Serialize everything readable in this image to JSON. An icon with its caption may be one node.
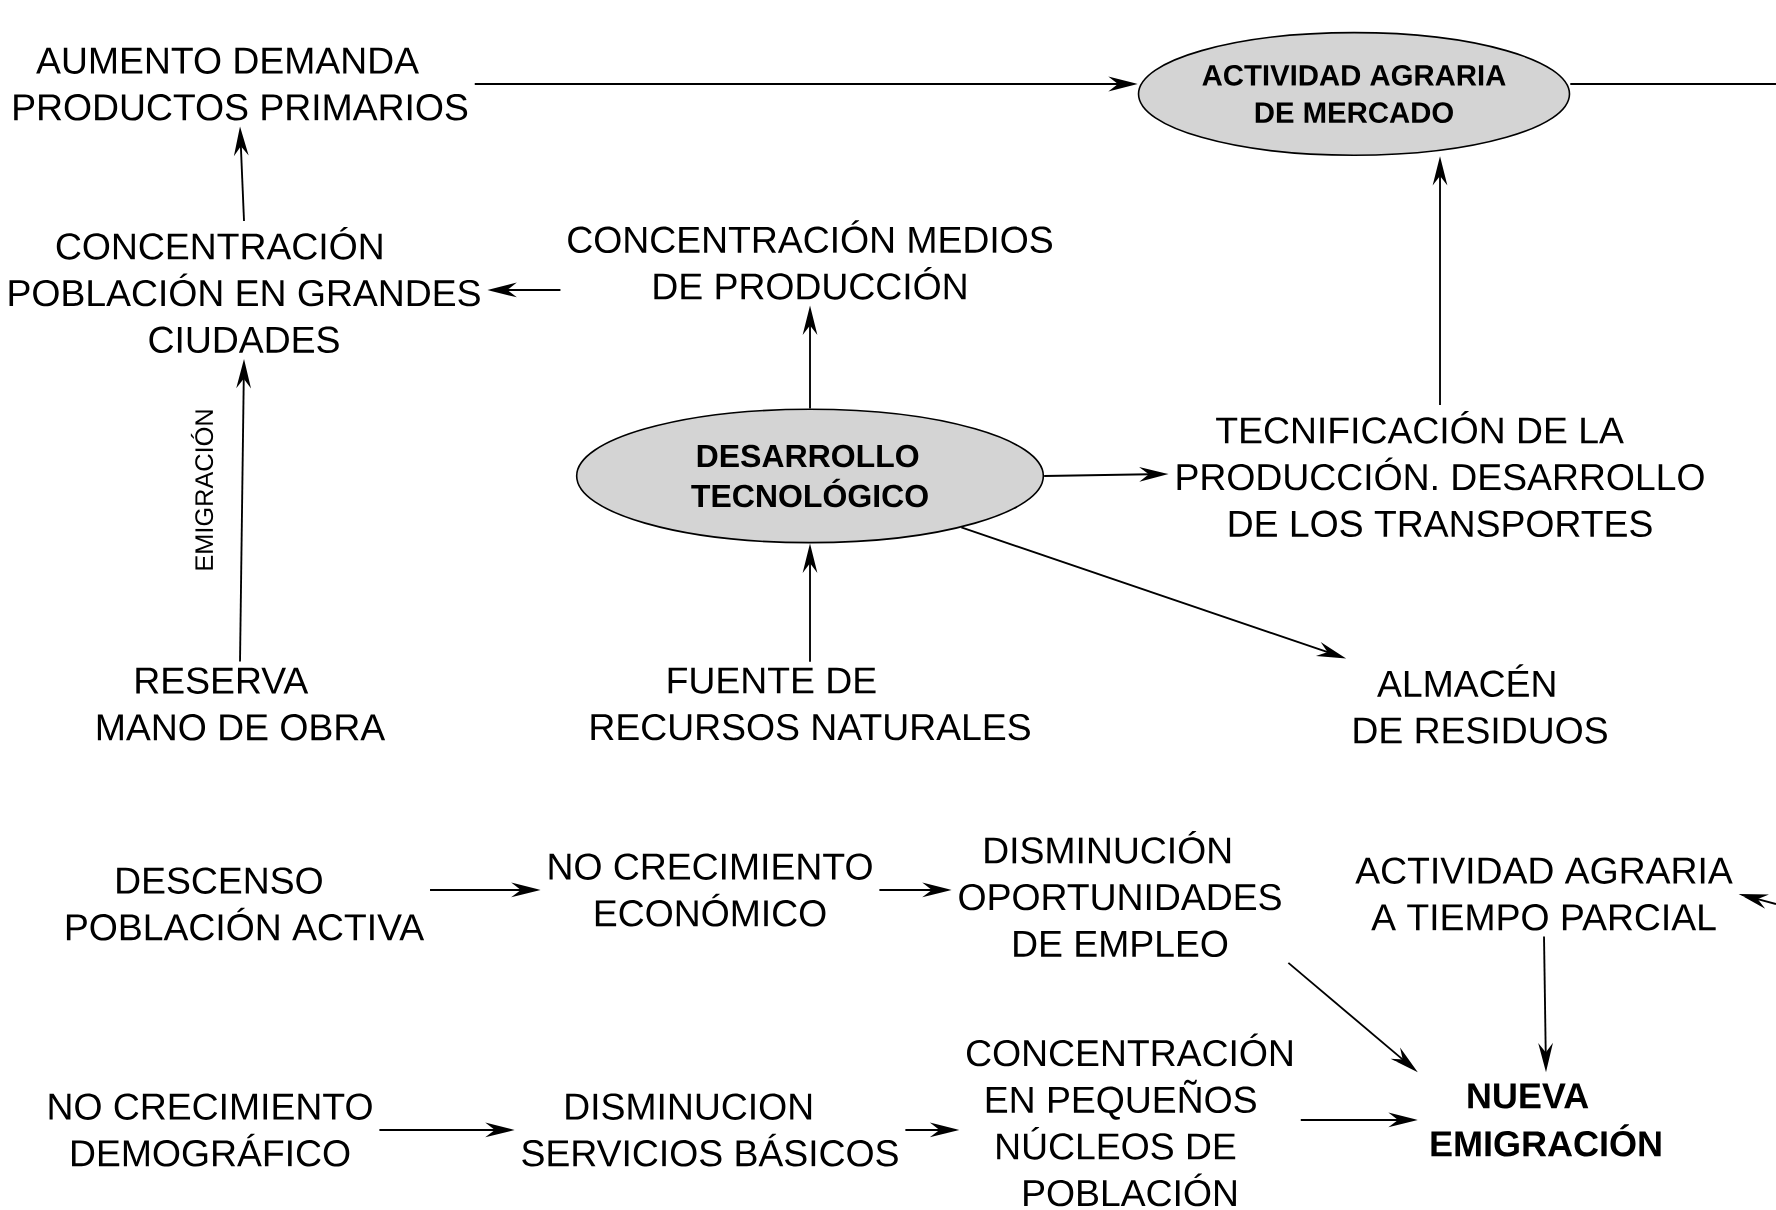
{
  "diagram": {
    "nodes": [
      {
        "text": [
          "AUMENTO DEMANDA PRODUCTOS PRIMARIOS"
        ]
      },
      {
        "text": [
          "ACTIVIDAD AGRARIA DE MERCADO"
        ]
      },
      {
        "text": [
          "CONCENTRACIÓN POBLACIÓN EN GRANDES CIUDADES"
        ]
      },
      {
        "text": [
          "CONCENTRACIÓN MEDIOS DE PRODUCCIÓN"
        ]
      },
      {
        "text": [
          "DESARROLLO TECNOLÓGICO"
        ]
      },
      {
        "text": [
          "TECNIFICACIÓN DE LA PRODUCCIÓN. DESARROLLO DE LOS TRANSPORTES"
        ]
      },
      {
        "text": [
          "RESERVA MANO DE OBRA"
        ]
      },
      {
        "text": [
          "FUENTE DE RECURSOS NATURALES"
        ]
      },
      {
        "text": [
          "ALMACÉN DE RESIDUOS"
        ]
      },
      {
        "text": [
          "DESCENSO POBLACIÓN ACTIVA"
        ]
      },
      {
        "text": [
          "NO CRECIMIENTO ECONÓMICO"
        ]
      },
      {
        "text": [
          "DISMINUCIÓN OPORTUNIDADES DE EMPLEO"
        ]
      },
      {
        "text": [
          "ACTIVIDAD AGRARIA A TIEMPO PARCIAL"
        ]
      },
      {
        "text": [
          "NO CRECIMIENTO DEMOGRÁFICO"
        ]
      },
      {
        "text": [
          "DISMINUCION SERVICIOS BÁSICOS"
        ]
      },
      {
        "text": [
          "CONCENTRACIÓN EN PEQUEÑOS NÚCLEOS DE POBLACIÓN"
        ]
      },
      {
        "text": [
          "NUEVA EMIGRACIÓN"
        ]
      }
    ],
    "edges": [
      {
        "from": 0,
        "to": 1,
        "arrow": "to"
      },
      {
        "from": 1,
        "to": null,
        "arrow": "none"
      },
      {
        "from": 3,
        "to": 2,
        "arrow": "to"
      },
      {
        "from": 2,
        "to": 0,
        "arrow": "to"
      },
      {
        "from": 6,
        "to": 2,
        "arrow": "to",
        "label": "EMIGRACIÓN"
      },
      {
        "from": 4,
        "to": 3,
        "arrow": "to"
      },
      {
        "from": 7,
        "to": 4,
        "arrow": "to"
      },
      {
        "from": 4,
        "to": 5,
        "arrow": "to"
      },
      {
        "from": 5,
        "to": 1,
        "arrow": "to"
      },
      {
        "from": 4,
        "to": 8,
        "arrow": "to"
      },
      {
        "from": 9,
        "to": 10,
        "arrow": "to"
      },
      {
        "from": 10,
        "to": 11,
        "arrow": "to"
      },
      {
        "from": 11,
        "to": 16,
        "arrow": "to"
      },
      {
        "from": null,
        "to": 12,
        "arrow": "to"
      },
      {
        "from": 12,
        "to": 16,
        "arrow": "to"
      },
      {
        "from": 13,
        "to": 14,
        "arrow": "to"
      },
      {
        "from": 14,
        "to": 15,
        "arrow": "to"
      },
      {
        "from": 15,
        "to": 16,
        "arrow": "to"
      }
    ]
  }
}
